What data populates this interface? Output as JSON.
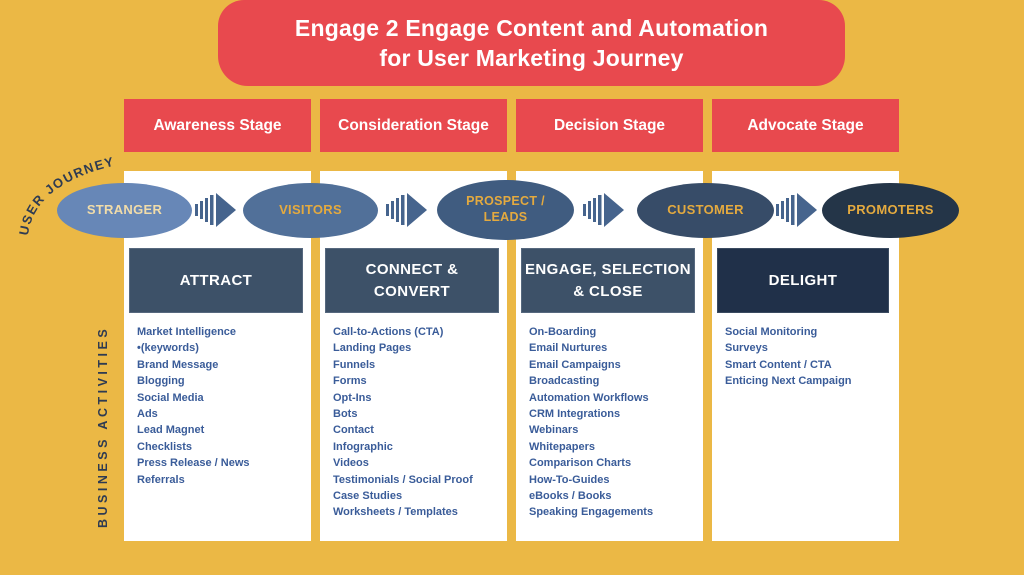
{
  "title": "Engage 2 Engage Content and Automation\nfor User Marketing Journey",
  "labels": {
    "user_journey": "USER JOURNEY",
    "business_activities": "BUSINESS ACTIVITIES"
  },
  "stages": [
    {
      "label": "Awareness Stage"
    },
    {
      "label": "Consideration Stage"
    },
    {
      "label": "Decision Stage"
    },
    {
      "label": "Advocate Stage"
    }
  ],
  "journey": [
    {
      "label": "STRANGER",
      "fill": "#6787B7",
      "text_color": "#F1DCA9"
    },
    {
      "label": "VISITORS",
      "fill": "#517099",
      "text_color": "#E4AA3F"
    },
    {
      "label": "PROSPECT / LEADS",
      "fill": "#405C80",
      "text_color": "#E4AA3F"
    },
    {
      "label": "CUSTOMER",
      "fill": "#374C68",
      "text_color": "#E4AA3F"
    },
    {
      "label": "PROMOTERS",
      "fill": "#243548",
      "text_color": "#E4AA3F"
    }
  ],
  "columns": [
    {
      "header": "ATTRACT",
      "header_color": "#3D5168",
      "items": [
        "Market Intelligence",
        "•(keywords)",
        "Brand Message",
        "Blogging",
        "Social Media",
        "Ads",
        "Lead Magnet",
        "Checklists",
        "Press Release / News",
        "Referrals"
      ]
    },
    {
      "header": "CONNECT &\nCONVERT",
      "header_color": "#3D5168",
      "items": [
        "Call-to-Actions (CTA)",
        "Landing Pages",
        "Funnels",
        "Forms",
        "Opt-Ins",
        "Bots",
        "Contact",
        "Infographic",
        "Videos",
        "Testimonials / Social Proof",
        "Case Studies",
        "Worksheets / Templates"
      ]
    },
    {
      "header": "ENGAGE, SELECTION\n& CLOSE",
      "header_color": "#3D5168",
      "items": [
        "On-Boarding",
        "Email Nurtures",
        "Email Campaigns",
        "Broadcasting",
        "Automation Workflows",
        "CRM Integrations",
        "Webinars",
        "Whitepapers",
        "Comparison Charts",
        "How-To-Guides",
        "eBooks / Books",
        "Speaking Engagements"
      ]
    },
    {
      "header": "DELIGHT",
      "header_color": "#203049",
      "items": [
        "Social Monitoring",
        "Surveys",
        "Smart Content / CTA",
        "Enticing Next Campaign"
      ]
    }
  ],
  "colors": {
    "background": "#EBB845",
    "accent_red": "#E8494E",
    "panel_white": "#FFFFFF",
    "journey_text_gold": "#E4AA3F",
    "journey_text_cream": "#F1DCA9",
    "list_text": "#3A5C99",
    "dark_navy_text": "#2E3B52",
    "arrow": "#46648D"
  }
}
